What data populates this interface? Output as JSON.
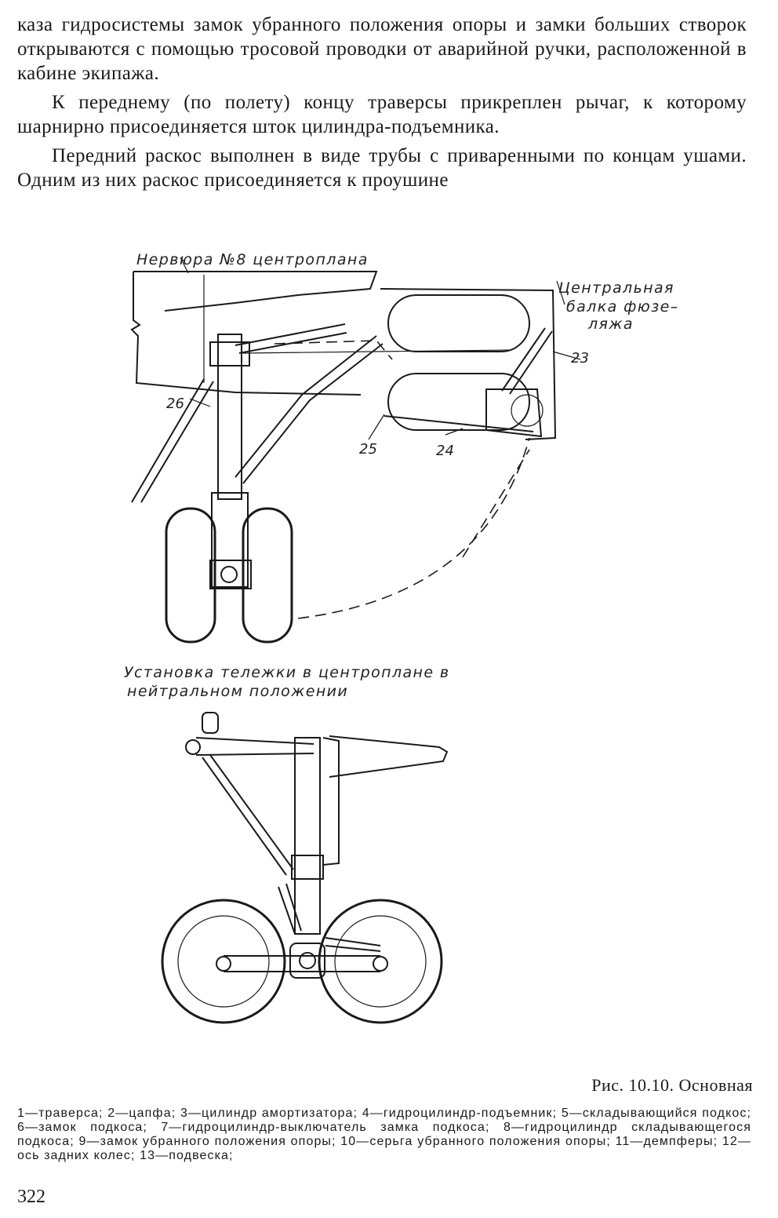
{
  "body": {
    "p1": "каза гидросистемы замок убранного положения опоры и замки больших створок открываются с помощью тросовой проводки от аварийной ручки, расположенной в кабине экипажа.",
    "p2": "К переднему (по полету) концу траверсы прикреплен рычаг, к которому шарнирно присоединяется шток цилиндра-подъемника.",
    "p3": "Передний раскос выполнен в виде трубы с приваренными по концам ушами. Одним из них раскос присоединяется к проушине"
  },
  "figure1": {
    "label_rib": "Нервюра №8 центроплана",
    "label_beam_1": "Центральная",
    "label_beam_2": "балка фюзе–",
    "label_beam_3": "ляжа",
    "callouts": [
      "23",
      "26",
      "25",
      "24"
    ]
  },
  "figure2": {
    "label_1": "Установка тележки в центроплане в",
    "label_2": "нейтральном положении"
  },
  "figure_title": "Рис. 10.10. Основная",
  "caption": "1—траверса; 2—цапфа; 3—цилиндр амортизатора; 4—гидроцилиндр-подъемник; 5—складывающийся подкос; 6—замок подкоса; 7—гидроцилиндр-выключатель замка подкоса; 8—гидроцилиндр складывающегося подкоса; 9—замок убранного положения опоры; 10—серьга убранного положения опоры; 11—демпферы; 12—ось задних колес; 13—подвеска;",
  "page_number": "322"
}
